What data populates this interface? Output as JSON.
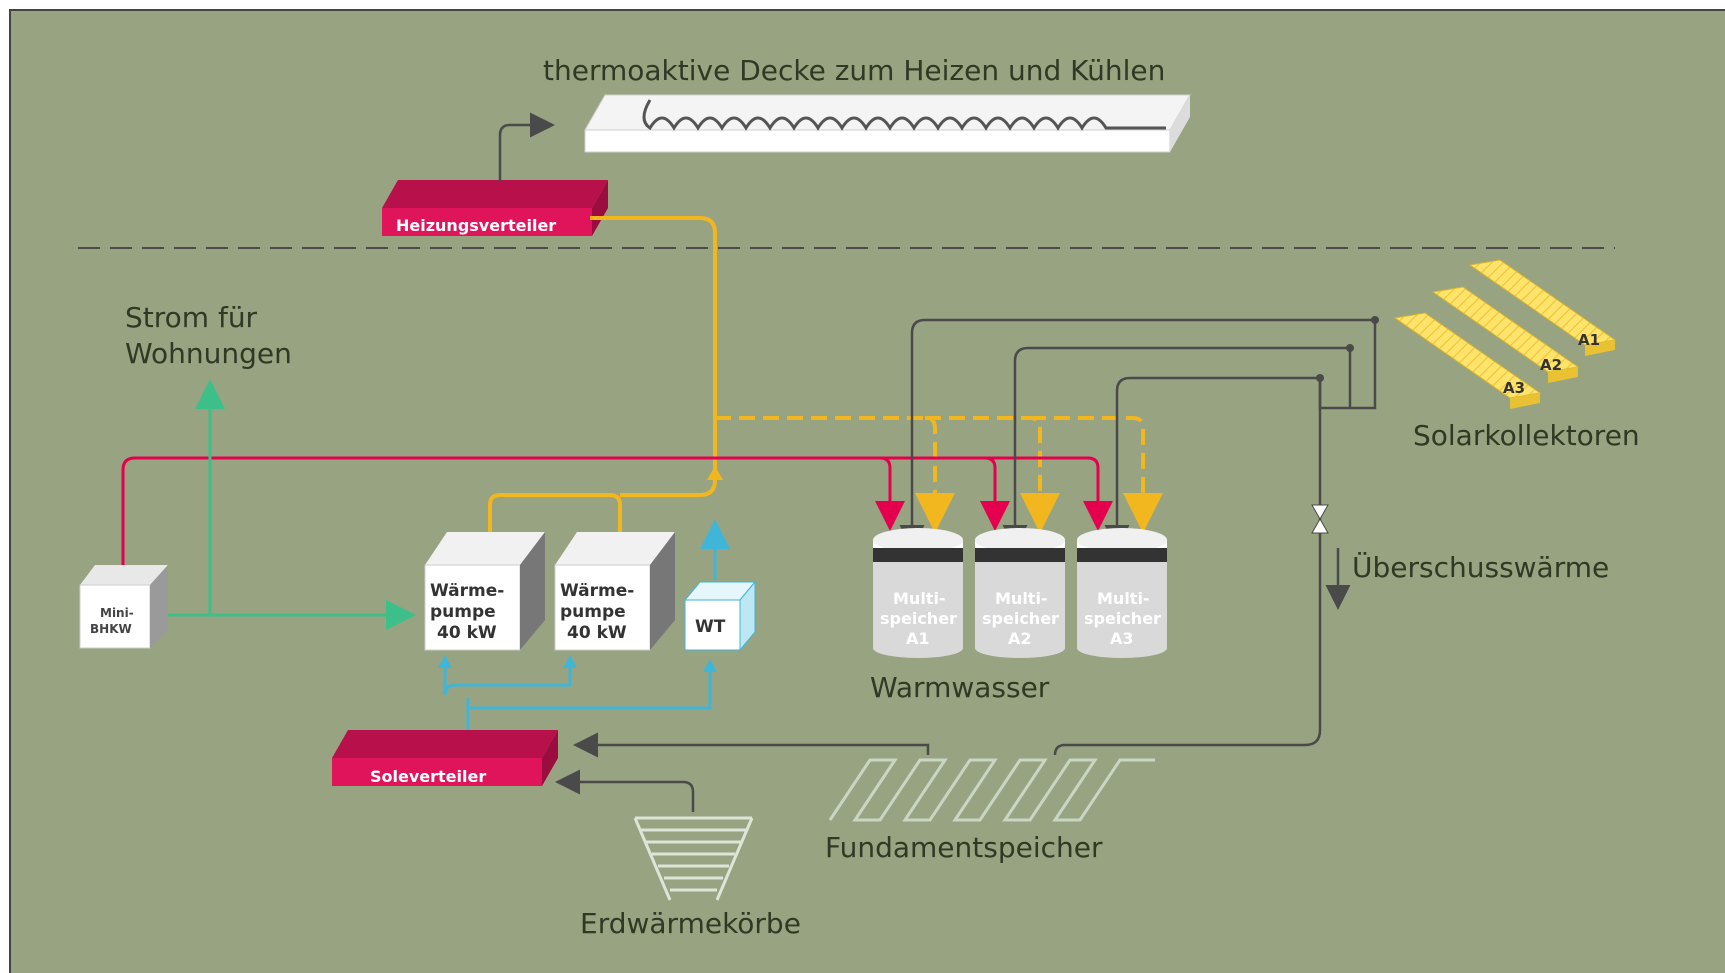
{
  "labels": {
    "ceiling": "thermoaktive Decke zum Heizen und Kühlen",
    "heating_distributor": "Heizungsverteiler",
    "power": "Strom für Wohnungen",
    "mini_bhkw": "Mini-BHKW",
    "heat_pump_1": "Wärme-pumpe 40 kW",
    "heat_pump_2": "Wärme-pumpe 40 kW",
    "wt": "WT",
    "brine_distributor": "Soleverteiler",
    "tank_a1": "Multi-speicher A1",
    "tank_a2": "Multi-speicher A2",
    "tank_a3": "Multi-speicher A3",
    "warmwater": "Warmwasser",
    "solar": "Solarkollektoren",
    "solar_a1": "A1",
    "solar_a2": "A2",
    "solar_a3": "A3",
    "surplus": "Überschusswärme",
    "foundation": "Fundamentspeicher",
    "geothermal": "Erdwärmekörbe"
  },
  "colors": {
    "background": "#98a381",
    "red_line": "#e5004f",
    "yellow_line": "#f2b71f",
    "green_line": "#3dbf8a",
    "blue_line": "#3fb6d8",
    "grey_line": "#4a4a4a",
    "magenta_box": "#e0145a"
  }
}
